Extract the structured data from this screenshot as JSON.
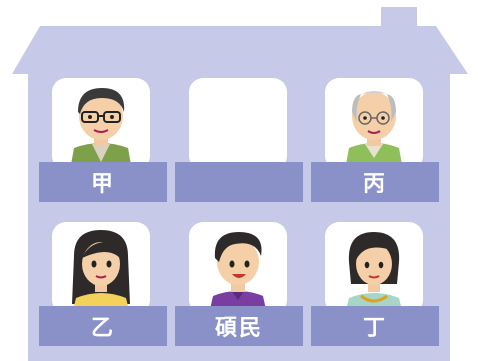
{
  "colors": {
    "house": "#c7c9e8",
    "house_dark": "#b9bce0",
    "label": "#8a90c8",
    "window": "#ffffff"
  },
  "rooms": [
    {
      "id": "top-left",
      "label": "甲",
      "occupant": "man-with-glasses-icon"
    },
    {
      "id": "top-middle",
      "label": "",
      "occupant": ""
    },
    {
      "id": "top-right",
      "label": "丙",
      "occupant": "elderly-man-icon"
    },
    {
      "id": "bottom-left",
      "label": "乙",
      "occupant": "woman-long-hair-icon"
    },
    {
      "id": "bottom-middle",
      "label": "碩民",
      "occupant": "boy-icon"
    },
    {
      "id": "bottom-right",
      "label": "丁",
      "occupant": "woman-short-hair-icon"
    }
  ]
}
